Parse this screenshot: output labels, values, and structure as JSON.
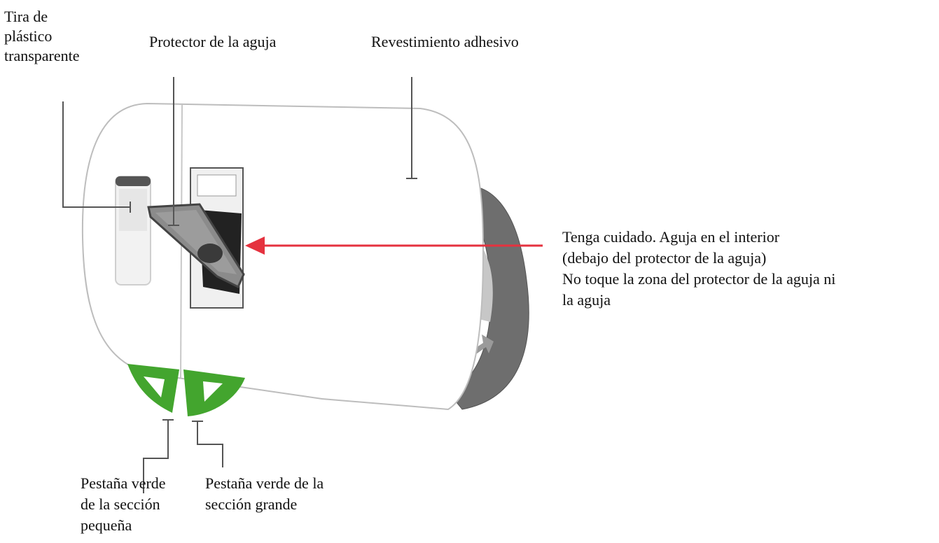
{
  "labels": {
    "plastic_strip": "Tira de\nplástico\ntransparente",
    "needle_guard": "Protector de la aguja",
    "adhesive_liner": "Revestimiento adhesivo",
    "caution": "Tenga cuidado. Aguja en el interior\n(debajo del protector de la aguja)\nNo toque la zona del protector de la aguja ni\nla aguja",
    "small_tab": "Pestaña verde\nde la sección\npequeña",
    "large_tab": "Pestaña verde de la\nsección grande"
  },
  "colors": {
    "tab_green": "#43a52e",
    "arrow_red": "#e5323f",
    "body_white": "#ffffff",
    "outline_gray": "#bdbdbd",
    "dial_gray": "#6e6e6e",
    "dark_part": "#222222"
  }
}
